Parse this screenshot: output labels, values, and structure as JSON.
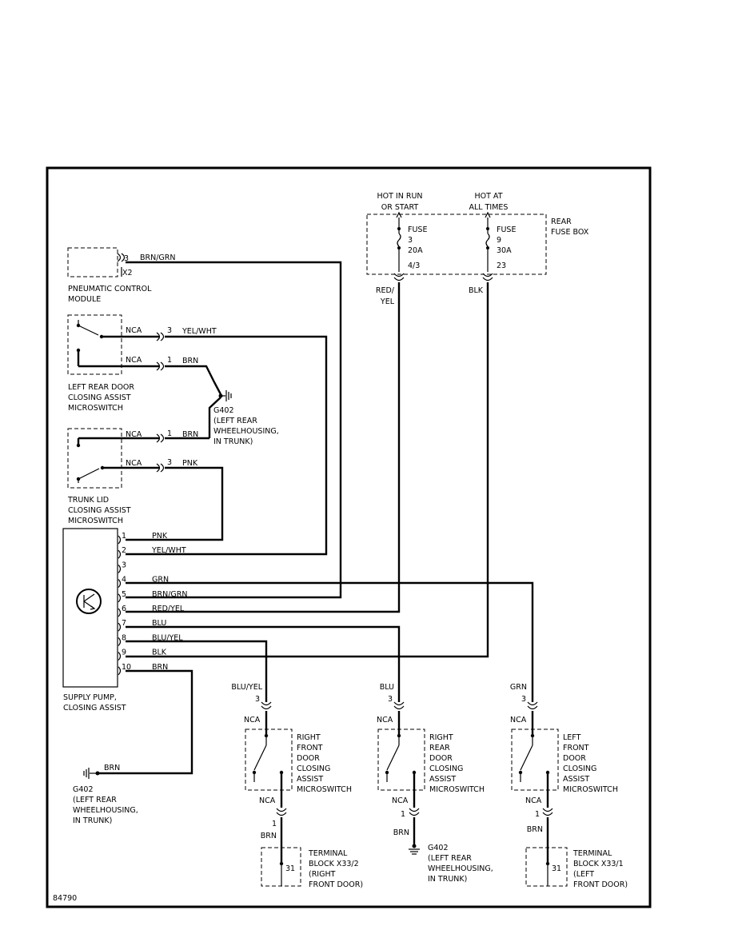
{
  "fuse_box": {
    "hot_run_1": "HOT IN RUN",
    "hot_run_2": "OR START",
    "hot_all_1": "HOT AT",
    "hot_all_2": "ALL TIMES",
    "label_1": "REAR",
    "label_2": "FUSE BOX",
    "fuse3": {
      "name": "FUSE",
      "num": "3",
      "amp": "20A",
      "term": "4/3"
    },
    "fuse9": {
      "name": "FUSE",
      "num": "9",
      "amp": "30A",
      "term": "23"
    },
    "wire_red_yel_1": "RED/",
    "wire_red_yel_2": "YEL",
    "wire_blk": "BLK"
  },
  "pcm": {
    "pin": "3",
    "wire": "BRN/GRN",
    "conn": "X2",
    "label_1": "PNEUMATIC CONTROL",
    "label_2": "MODULE"
  },
  "lrd_switch": {
    "nca_top": "NCA",
    "pin_top": "3",
    "wire_top": "YEL/WHT",
    "nca_bottom": "NCA",
    "pin_bottom": "1",
    "wire_bottom": "BRN",
    "label_1": "LEFT REAR DOOR",
    "label_2": "CLOSING ASSIST",
    "label_3": "MICROSWITCH"
  },
  "g402_mid": {
    "label_1": "G402",
    "label_2": "(LEFT REAR",
    "label_3": "WHEELHOUSING,",
    "label_4": "IN TRUNK)"
  },
  "trunk_switch": {
    "nca_top": "NCA",
    "pin_top": "1",
    "wire_top": "BRN",
    "nca_bottom": "NCA",
    "pin_bottom": "3",
    "wire_bottom": "PNK",
    "label_1": "TRUNK LID",
    "label_2": "CLOSING ASSIST",
    "label_3": "MICROSWITCH"
  },
  "supply_pump": {
    "label_1": "SUPPLY PUMP,",
    "label_2": "CLOSING ASSIST",
    "pins": [
      {
        "pin": "1",
        "wire": "PNK"
      },
      {
        "pin": "2",
        "wire": "YEL/WHT"
      },
      {
        "pin": "3",
        "wire": ""
      },
      {
        "pin": "4",
        "wire": "GRN"
      },
      {
        "pin": "5",
        "wire": "BRN/GRN"
      },
      {
        "pin": "6",
        "wire": "RED/YEL"
      },
      {
        "pin": "7",
        "wire": "BLU"
      },
      {
        "pin": "8",
        "wire": "BLU/YEL"
      },
      {
        "pin": "9",
        "wire": "BLK"
      },
      {
        "pin": "10",
        "wire": "BRN"
      }
    ]
  },
  "g402_left": {
    "wire": "BRN",
    "label_1": "G402",
    "label_2": "(LEFT REAR",
    "label_3": "WHEELHOUSING,",
    "label_4": "IN TRUNK)"
  },
  "rf_switch": {
    "wire_top": "BLU/YEL",
    "pin_top": "3",
    "nca_top": "NCA",
    "label_1": "RIGHT",
    "label_2": "FRONT",
    "label_3": "DOOR",
    "label_4": "CLOSING",
    "label_5": "ASSIST",
    "label_6": "MICROSWITCH",
    "nca_bottom": "NCA",
    "pin_bottom": "1",
    "wire_bottom": "BRN"
  },
  "rr_switch": {
    "wire_top": "BLU",
    "pin_top": "3",
    "nca_top": "NCA",
    "label_1": "RIGHT",
    "label_2": "REAR",
    "label_3": "DOOR",
    "label_4": "CLOSING",
    "label_5": "ASSIST",
    "label_6": "MICROSWITCH",
    "nca_bottom": "NCA",
    "pin_bottom": "1",
    "wire_bottom": "BRN"
  },
  "lf_switch": {
    "wire_top": "GRN",
    "pin_top": "3",
    "nca_top": "NCA",
    "label_1": "LEFT",
    "label_2": "FRONT",
    "label_3": "DOOR",
    "label_4": "CLOSING",
    "label_5": "ASSIST",
    "label_6": "MICROSWITCH",
    "nca_bottom": "NCA",
    "pin_bottom": "1",
    "wire_bottom": "BRN"
  },
  "tb_right": {
    "pin": "31",
    "label_1": "TERMINAL",
    "label_2": "BLOCK X33/2",
    "label_3": "(RIGHT",
    "label_4": "FRONT DOOR)"
  },
  "g402_bottom": {
    "label_1": "G402",
    "label_2": "(LEFT REAR",
    "label_3": "WHEELHOUSING,",
    "label_4": "IN TRUNK)"
  },
  "tb_left": {
    "pin": "31",
    "label_1": "TERMINAL",
    "label_2": "BLOCK X33/1",
    "label_3": "(LEFT",
    "label_4": "FRONT DOOR)"
  },
  "figure_id": "84790"
}
